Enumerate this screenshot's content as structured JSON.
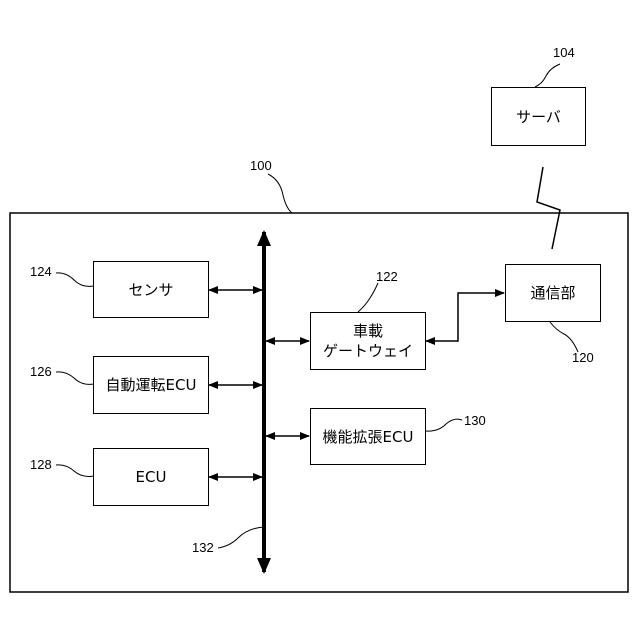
{
  "diagram": {
    "vehicle_ref": "100",
    "server": {
      "label": "サーバ",
      "ref": "104"
    },
    "comm": {
      "label": "通信部",
      "ref": "120"
    },
    "gateway": {
      "line1": "車載",
      "line2": "ゲートウェイ",
      "ref": "122"
    },
    "sensor": {
      "label": "センサ",
      "ref": "124"
    },
    "auto_ecu": {
      "label": "自動運転ECU",
      "ref": "126"
    },
    "ecu": {
      "label": "ECU",
      "ref": "128"
    },
    "ext_ecu": {
      "label": "機能拡張ECU",
      "ref": "130"
    },
    "bus_ref": "132"
  }
}
